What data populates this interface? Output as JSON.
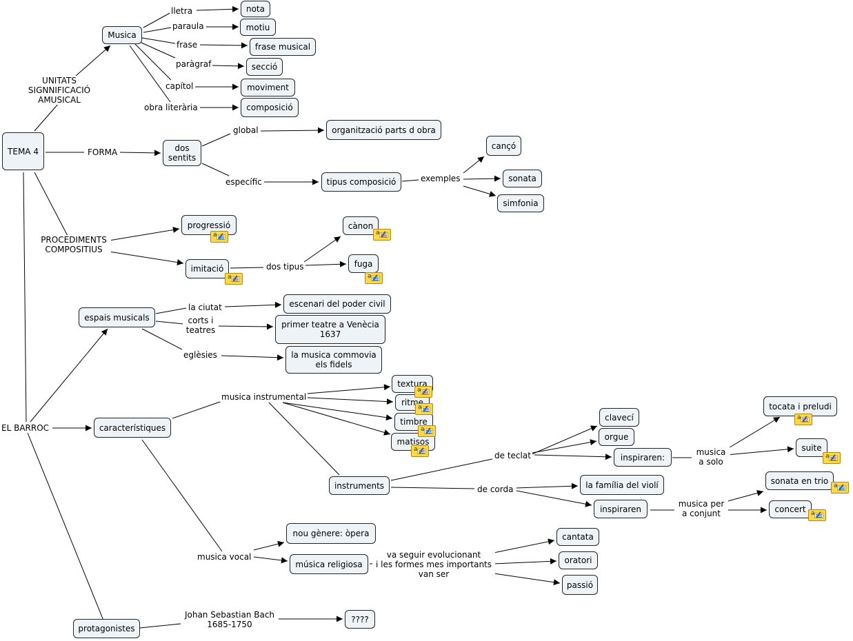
{
  "nodes": {
    "tema4": "TEMA 4",
    "musica": "Musica",
    "nota": "nota",
    "motiu": "motiu",
    "frase_musical": "frase musical",
    "seccio": "secció",
    "moviment": "moviment",
    "composicio": "composició",
    "dos_sentits": "dos\nsentits",
    "organitzacio": "organització parts d obra",
    "tipus_composicio": "tipus composició",
    "canco": "cançó",
    "sonata": "sonata",
    "simfonia": "simfonia",
    "progressio": "progressió",
    "imitacio": "imitació",
    "canon": "cànon",
    "fuga": "fuga",
    "espais_musicals": "espais musicals",
    "escenari": "escenari del poder civil",
    "primer_teatre": "primer teatre a Venècia\n1637",
    "musica_commovia": "la musica commovia\nels fidels",
    "textura": "textura",
    "ritme": "ritme",
    "timbre": "timbre",
    "matisos": "matisos",
    "caracteristiques": "característiques",
    "instruments": "instruments",
    "clavecí": "clavecí",
    "orgue": "orgue",
    "inspiraren1": "inspiraren:",
    "familia_violi": "la família del violí",
    "inspiraren2": "inspiraren",
    "tocata": "tocata i preludi",
    "suite": "suite",
    "sonata_trio": "sonata en trio",
    "concert": "concert",
    "opera": "nou gènere: òpera",
    "musica_religiosa": "música religiosa",
    "cantata": "cantata",
    "oratori": "oratori",
    "passio": "passió",
    "protagonistes": "protagonistes",
    "qqqq": "????"
  },
  "labels": {
    "unitats": "UNITATS\nSIGNNIFICACIÓ\nAMUSICAL",
    "lletra": "lletra",
    "paraula": "paraula",
    "frase": "frase",
    "paragraf": "paràgraf",
    "capitol": "capítol",
    "obra_literaria": "obra literària",
    "forma": "FORMA",
    "global": "global",
    "especific": "específic",
    "exemples": "exemples",
    "procediments": "PROCEDIMENTS\nCOMPOSITIUS",
    "dos_tipus": "dos tipus",
    "la_ciutat": "la ciutat",
    "corts_teatres": "corts i\nteatres",
    "esglesies": "eglèsies",
    "el_barroc": "EL BARROC",
    "musica_instrumental": "musica instrumental",
    "de_teclat": "de teclat",
    "de_corda": "de corda",
    "musica_a_solo": "musica\na solo",
    "musica_per_conjunt": "musica per\na conjunt",
    "musica_vocal": "musica vocal",
    "va_seguir": "va seguir evolucionant\ni les formes mes importants\nvan ser",
    "bach": "Johan Sebastian Bach\n1685-1750"
  },
  "colors": {
    "node_fill": "#eef3f7",
    "node_border": "#222222",
    "line": "#000000",
    "note_fill": "#ffd84a"
  },
  "note_icon": "annotation-note-icon"
}
